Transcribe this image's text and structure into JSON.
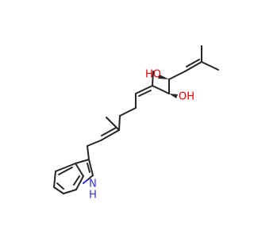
{
  "molecule": {
    "atom_labels": {
      "hydroxyl_1": "HO",
      "hydroxyl_2": "OH",
      "indole_nh": "H",
      "indole_n": "N"
    },
    "colors": {
      "bond": "#262626",
      "oxygen": "#E60000",
      "nitrogen": "#2E2EE6",
      "background": "#ffffff"
    }
  }
}
